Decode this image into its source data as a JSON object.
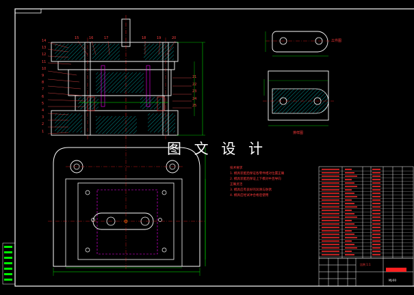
{
  "watermark": "图 文 设 计",
  "technical_requirements": {
    "heading": "技术要求",
    "items": [
      "1. 模具装配后保证各零件相对位置正确",
      "2. 模具装配后保证上下模对中且导向",
      "   正确灵活",
      "3. 模具应有良好的润滑与防锈",
      "4. 模具应经试冲合格后使用"
    ]
  },
  "views": {
    "part_top_label": "工件图",
    "part_side_label": "排样图"
  },
  "callouts_left": [
    "14",
    "13",
    "12",
    "11",
    "10",
    "9",
    "8",
    "7",
    "6",
    "5",
    "4",
    "3",
    "2",
    "1"
  ],
  "callouts_top": [
    "15",
    "16",
    "17",
    "18",
    "19",
    "20"
  ],
  "callouts_right": [
    "21",
    "22",
    "23",
    "24",
    "25"
  ],
  "title_block": {
    "scale_text": "比例 1:1",
    "drawing_no": "MJ-00"
  },
  "colors": {
    "background": "#000000",
    "frame": "#ffffff",
    "outline": "#ffffff",
    "dimension": "#00ff00",
    "center_line": "#ff2020",
    "hidden": "#ff00ff",
    "hatch": "#00d0d0",
    "leader": "#ff5050"
  }
}
